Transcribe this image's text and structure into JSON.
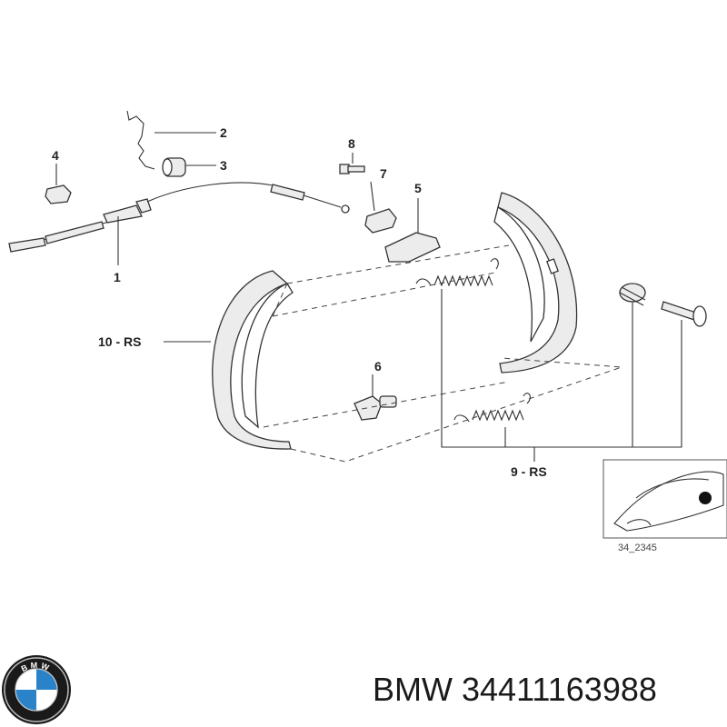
{
  "labels": {
    "l1": "1",
    "l2": "2",
    "l3": "3",
    "l4": "4",
    "l5": "5",
    "l6": "6",
    "l7": "7",
    "l8": "8",
    "l9": "9 - RS",
    "l10": "10 - RS"
  },
  "inset_code": "34_2345",
  "logo": {
    "text": "BMW"
  },
  "caption": {
    "brand": "BMW",
    "part_number": "34411163988"
  },
  "colors": {
    "logo_blue": "#2a83c8",
    "line": "#333333"
  }
}
